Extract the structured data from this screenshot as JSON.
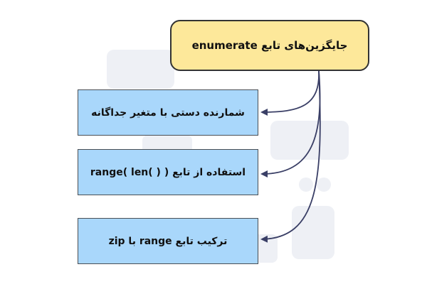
{
  "diagram": {
    "root": {
      "label": "جایگزین‌های تابع enumerate"
    },
    "children": [
      {
        "label": "شمارنده دستی با متغیر جداگانه"
      },
      {
        "label": "استفاده از تابع range( len( ) )"
      },
      {
        "label": "ترکیب تابع range با zip"
      }
    ]
  },
  "colors": {
    "root_fill": "#fde89a",
    "root_border": "#333333",
    "child_fill": "#a9d7fb",
    "child_border": "#4a4f55",
    "connector": "#3a3f66",
    "watermark": "#eef0f5"
  }
}
